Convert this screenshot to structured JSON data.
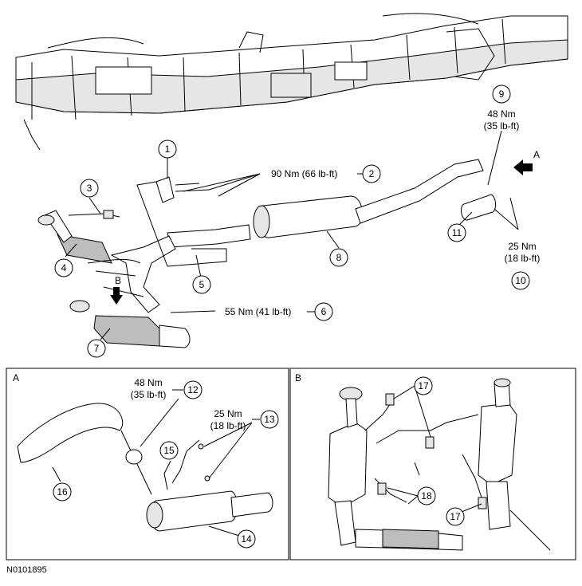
{
  "figure_id": "N0101895",
  "callouts": {
    "c1": "1",
    "c2": "2",
    "c3": "3",
    "c4": "4",
    "c5": "5",
    "c6": "6",
    "c7": "7",
    "c8": "8",
    "c9": "9",
    "c10": "10",
    "c11": "11",
    "c12": "12",
    "c13": "13",
    "c14": "14",
    "c15": "15",
    "c16": "16",
    "c17a": "17",
    "c17b": "17",
    "c18": "18"
  },
  "torques": {
    "t2": "90 Nm (66 lb-ft)",
    "t6": "55 Nm (41 lb-ft)",
    "t9_line1": "48 Nm",
    "t9_line2": "(35 lb-ft)",
    "t10_line1": "25 Nm",
    "t10_line2": "(18 lb-ft)",
    "t12_line1": "48 Nm",
    "t12_line2": "(35 lb-ft)",
    "t13_line1": "25 Nm",
    "t13_line2": "(18 lb-ft)"
  },
  "view_labels": {
    "arrow_a": "A",
    "arrow_b": "B",
    "panel_a": "A",
    "panel_b": "B"
  }
}
